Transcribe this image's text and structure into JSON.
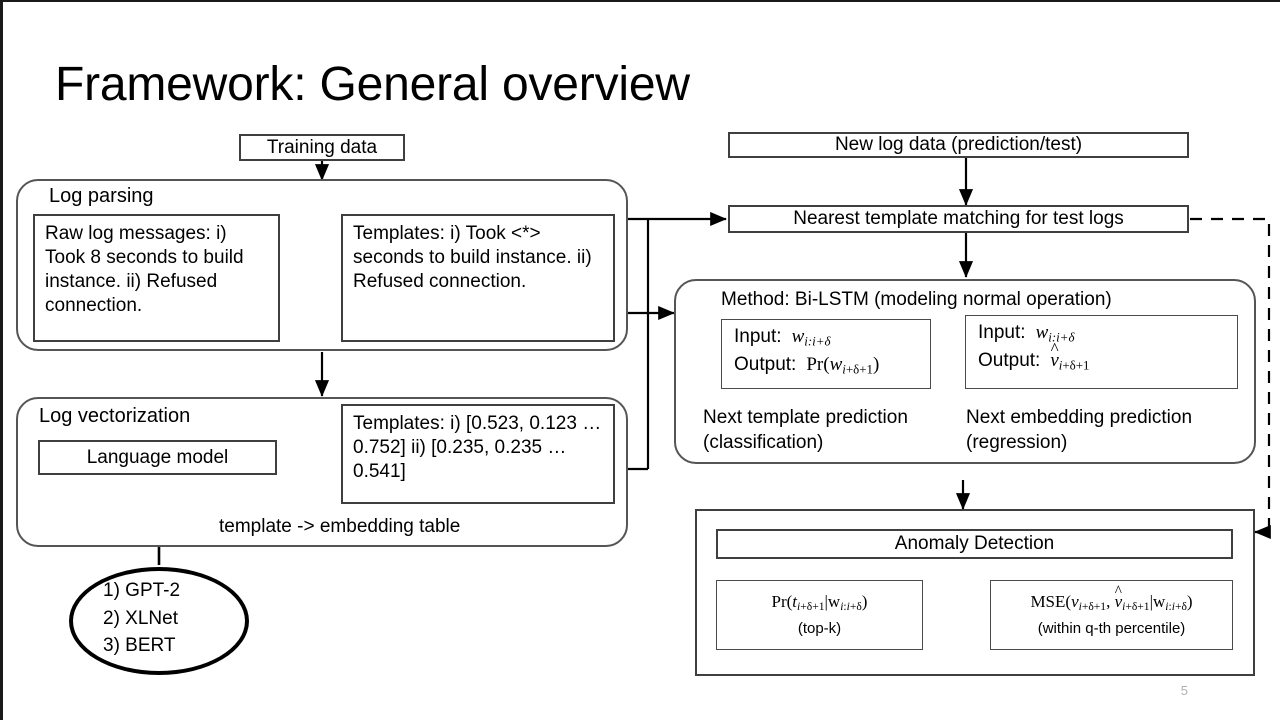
{
  "slide": {
    "title": "Framework: General overview",
    "page_number": "5"
  },
  "left": {
    "training_data": "Training data",
    "log_parsing": {
      "section_label": "Log parsing",
      "raw_box": "Raw log messages:\ni) Took 8 seconds to\nbuild instance.\nii) Refused connection.",
      "templates_box": "Templates:\ni) Took <*> seconds to\nbuild instance.\nii) Refused connection."
    },
    "log_vectorization": {
      "section_label": "Log vectorization",
      "language_model": "Language model",
      "templates_box": "Templates:\ni)  [0.523, 0.123 … 0.752]\nii) [0.235, 0.235 … 0.541]",
      "caption": "template -> embedding table"
    },
    "models_ellipse": "1) GPT-2\n2) XLNet\n3) BERT"
  },
  "right": {
    "new_log_data": "New log data (prediction/test)",
    "nearest_template": "Nearest template matching for test logs",
    "method": {
      "header": "Method: Bi-LSTM (modeling normal operation)",
      "left_box": {
        "input_label": "Input:",
        "input_value": "w i:i+δ",
        "output_label": "Output:",
        "output_value": "Pr(w i+δ+1 )"
      },
      "right_box": {
        "input_label": "Input:",
        "input_value": "w i:i+δ",
        "output_label": "Output:",
        "output_value": "v̂ i+δ+1"
      },
      "left_caption": "Next template prediction\n(classification)",
      "right_caption": "Next embedding prediction\n(regression)"
    },
    "anomaly": {
      "header": "Anomaly Detection",
      "left_formula": "Pr(t i+δ+1 | w i:i+δ )",
      "left_note": "(top-k)",
      "right_formula": "MSE(v i+δ+1 , v̂ i+δ+1 | w i:i+δ )",
      "right_note": "(within q-th percentile)"
    }
  },
  "colors": {
    "stroke": "#3f3f3f",
    "strokeDark": "#000000",
    "pageNumber": "#b0b0b0"
  }
}
